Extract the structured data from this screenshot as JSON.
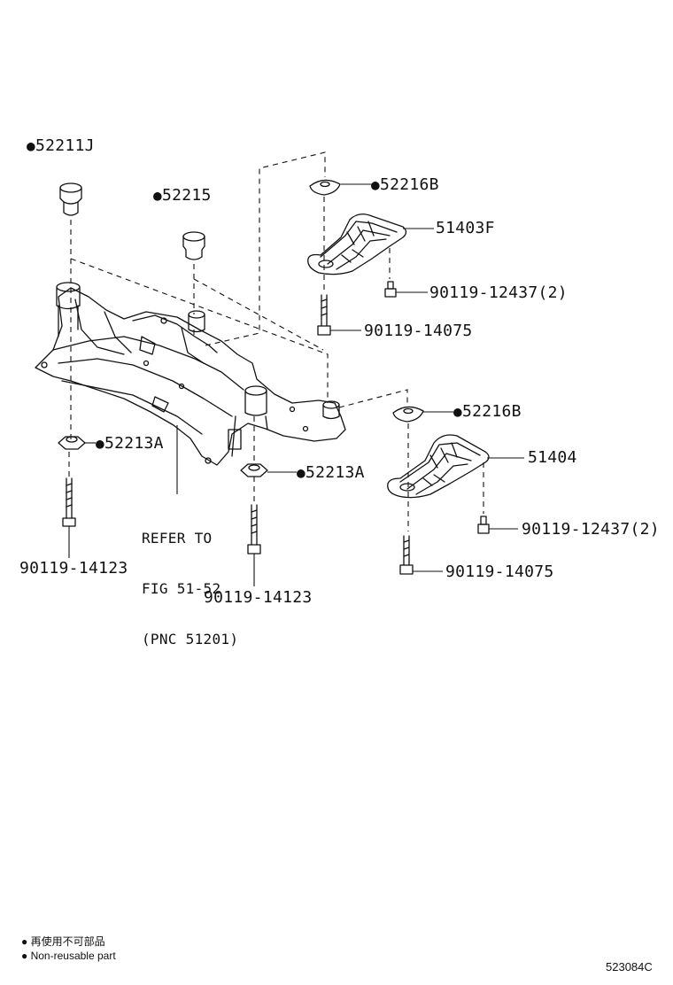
{
  "parts": {
    "p52211J": "52211J",
    "p52215": "52215",
    "p52216B_upper": "52216B",
    "p51403F": "51403F",
    "p90119_12437_upper": "90119-12437(2)",
    "p90119_14075_upper": "90119-14075",
    "p52216B_lower": "52216B",
    "p51404": "51404",
    "p52213A_left": "52213A",
    "p52213A_center": "52213A",
    "p90119_12437_lower": "90119-12437(2)",
    "p90119_14075_lower": "90119-14075",
    "p90119_14123_left": "90119-14123",
    "p90119_14123_center": "90119-14123"
  },
  "reference_note": {
    "line1": "REFER TO",
    "line2": "FIG 51-52",
    "line3": "(PNC 51201)"
  },
  "non_reusable_marker": "●",
  "legend": {
    "jp": "再使用不可部品",
    "en": "Non-reusable part"
  },
  "document_id": "523084C"
}
